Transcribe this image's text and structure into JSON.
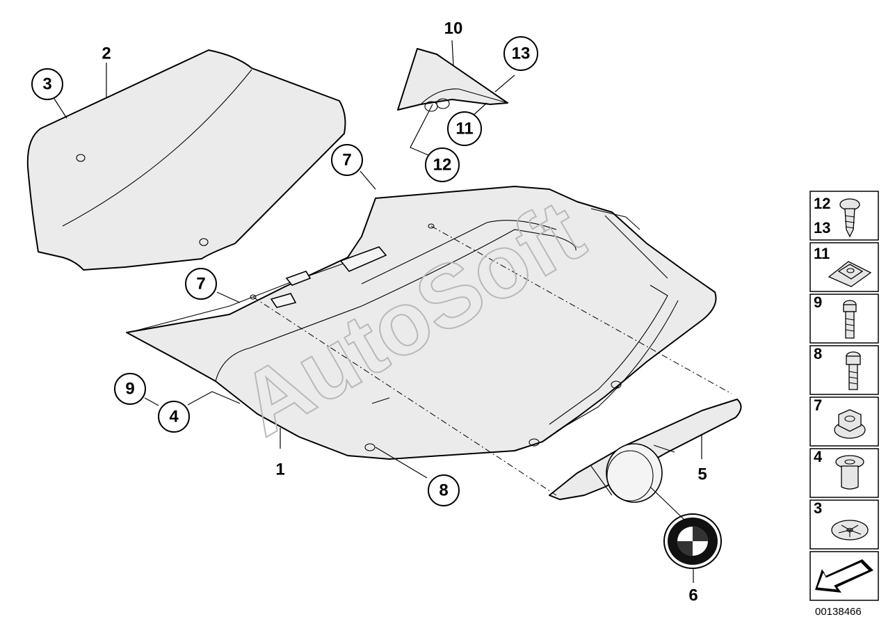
{
  "watermark": "AutoSoft",
  "callouts": {
    "c1": "1",
    "c2": "2",
    "c3": "3",
    "c4": "4",
    "c5": "5",
    "c6": "6",
    "c7a": "7",
    "c7b": "7",
    "c8": "8",
    "c9": "9",
    "c10": "10",
    "c11": "11",
    "c12": "12",
    "c13": "13"
  },
  "legend": {
    "row1_a": "12",
    "row1_b": "13",
    "row2": "11",
    "row3": "9",
    "row4": "8",
    "row5": "7",
    "row6": "4",
    "row7": "3"
  },
  "document_number": "00138466"
}
